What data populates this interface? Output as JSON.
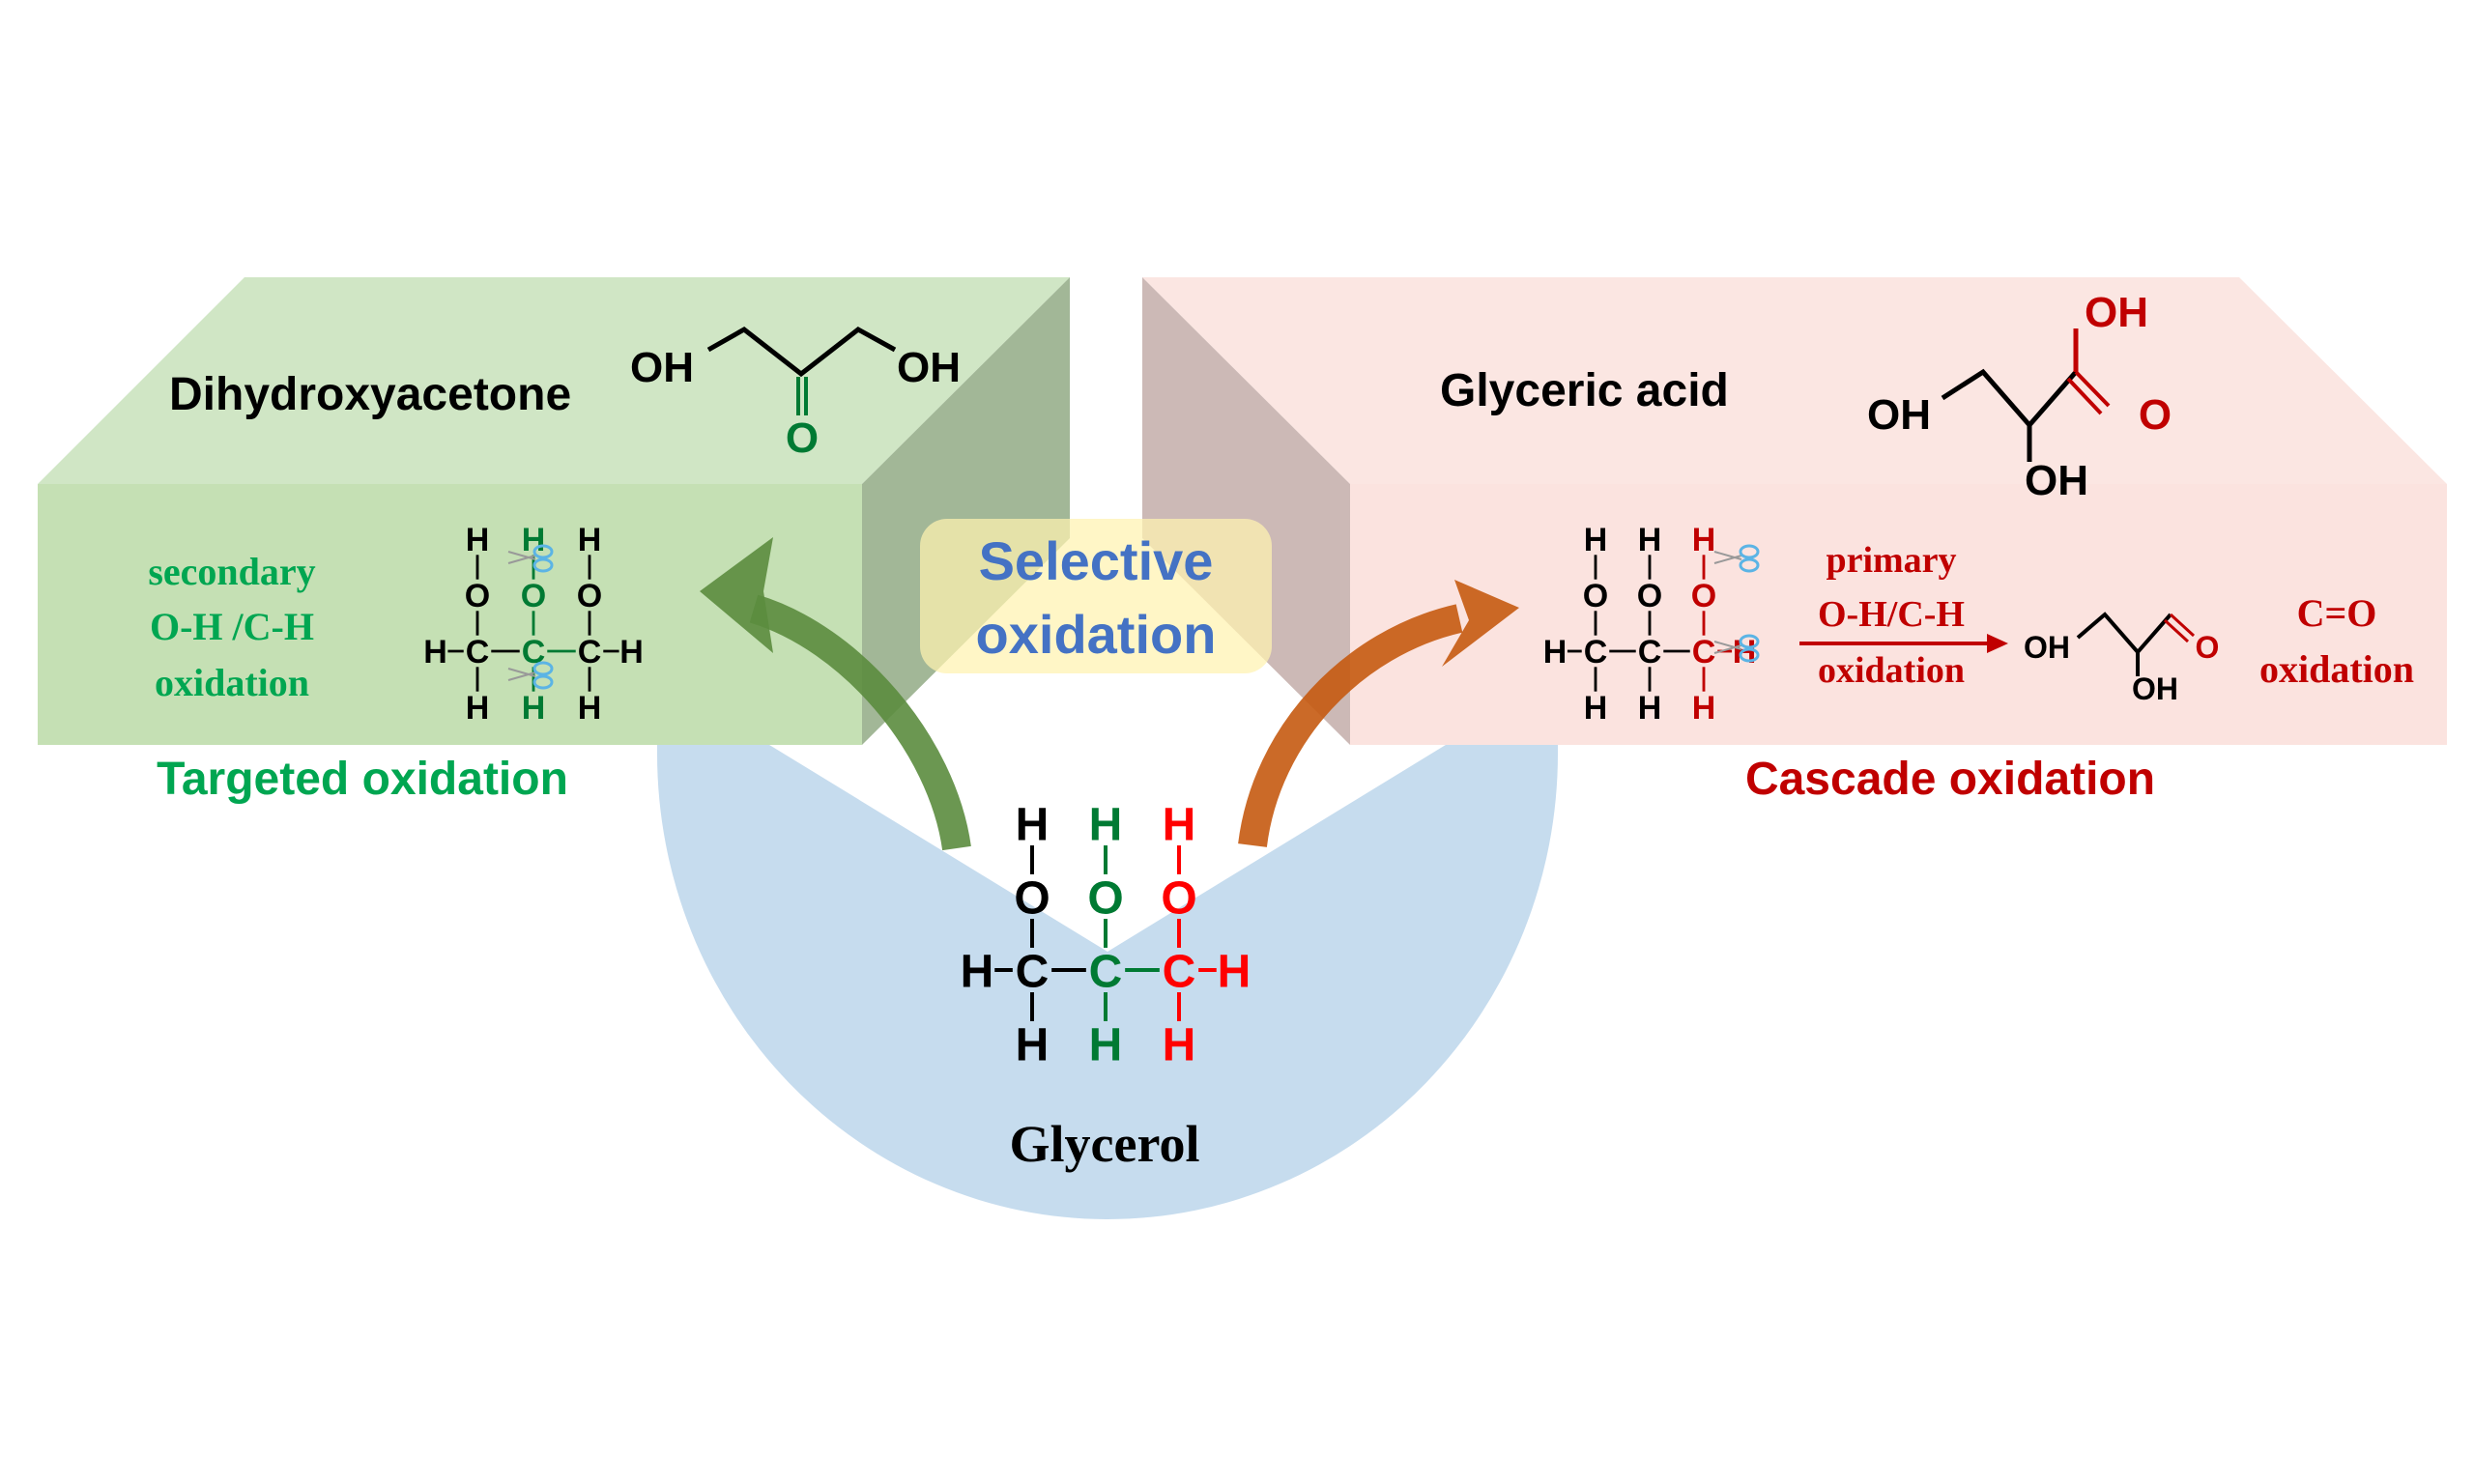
{
  "colors": {
    "green_text": "#00a651",
    "dark_green": "#007a33",
    "red_text": "#c00000",
    "bright_red": "#ff0000",
    "blue_text": "#4472c4",
    "green_arrow": "#5b8c3e",
    "orange_arrow": "#c55a11",
    "glycerol_bg": "#c6dcee",
    "green_box_front": "#c5e0b4",
    "green_box_top": "#d0e6c5",
    "green_box_side": "#9db391",
    "red_box_front": "#fbe3df",
    "red_box_top": "#fbe6e2",
    "red_box_side": "#c9b5b2",
    "selective_bg": "#fff2b0"
  },
  "left_panel": {
    "product_name": "Dihydroxyacetone",
    "product_oh_left": "OH",
    "product_oh_right": "OH",
    "product_carbonyl_o": "O",
    "mechanism_lines": [
      "secondary",
      "O-H /C-H",
      "oxidation"
    ],
    "caption": "Targeted oxidation"
  },
  "right_panel": {
    "product_name": "Glyceric acid",
    "product_oh_left": "OH",
    "product_oh_top": "OH",
    "product_oh_bottom": "OH",
    "product_carbonyl_o": "O",
    "step1_lines": [
      "primary",
      "O-H/C-H",
      "oxidation"
    ],
    "intermediate_oh_left": "OH",
    "intermediate_oh_bottom": "OH",
    "intermediate_o": "O",
    "step2_lines": [
      "C=O",
      "oxidation"
    ],
    "caption": "Cascade oxidation"
  },
  "center": {
    "label_lines": [
      "Selective",
      "oxidation"
    ],
    "reactant_name": "Glycerol"
  },
  "atoms": {
    "H": "H",
    "O": "O",
    "C": "C"
  }
}
